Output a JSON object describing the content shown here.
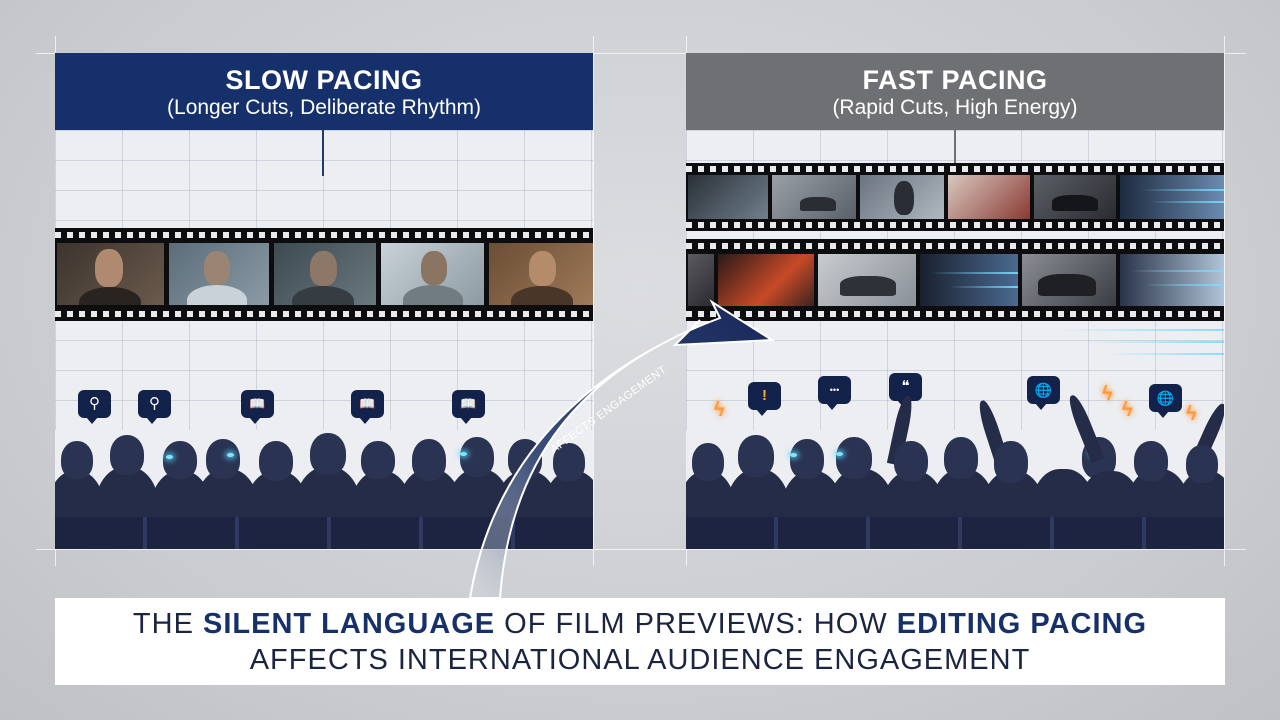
{
  "slow_panel": {
    "title": "SLOW PACING",
    "subtitle": "(Longer Cuts, Deliberate Rhythm)",
    "bubble_icons": [
      "magnifier-icon",
      "magnifier-icon",
      "book-icon",
      "book-icon",
      "book-icon"
    ],
    "header_color": "#15306a"
  },
  "fast_panel": {
    "title": "FAST PACING",
    "subtitle": "(Rapid Cuts, High Energy)",
    "bubble_icons": [
      "exclamation-icon",
      "ellipsis-icon",
      "quote-icon",
      "globe-icon",
      "globe-icon"
    ],
    "header_color": "#6f7073"
  },
  "arrow": {
    "label": "AFFECTS ENGAGEMENT"
  },
  "caption": {
    "line1": {
      "pre": "THE ",
      "em1": "SILENT LANGUAGE",
      "mid": " OF FILM PREVIEWS: HOW ",
      "em2": "EDITING PACING"
    },
    "line2": "AFFECTS INTERNATIONAL AUDIENCE ENGAGEMENT"
  },
  "glyphs": {
    "magnifier": "⚲",
    "book": "📖",
    "exclamation": "!",
    "ellipsis": "•••",
    "quote": "❝",
    "globe": "🌐",
    "spark": "ϟ"
  },
  "colors": {
    "navy": "#15306a",
    "accent_glow": "#7fe6ff",
    "spark": "#ff9a3c"
  }
}
